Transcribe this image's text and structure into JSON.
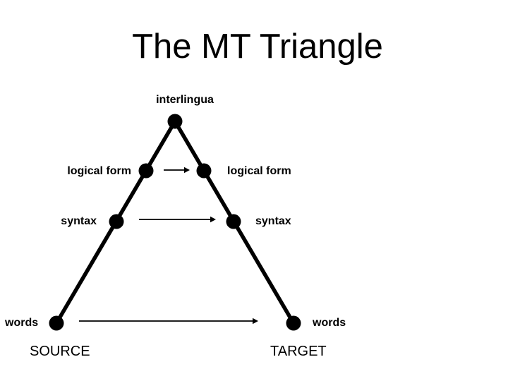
{
  "slide": {
    "title": "The MT Triangle",
    "background_color": "#ffffff",
    "ink_color": "#000000"
  },
  "diagram": {
    "type": "mt-vauquois-triangle",
    "apex": {
      "label": "interlingua"
    },
    "levels": [
      {
        "id": "logical-form",
        "source_label": "logical form",
        "target_label": "logical form",
        "transfer_arrow": "source-to-target"
      },
      {
        "id": "syntax",
        "source_label": "syntax",
        "target_label": "syntax",
        "transfer_arrow": "source-to-target"
      },
      {
        "id": "words",
        "source_label": "words",
        "target_label": "words",
        "transfer_arrow": "source-to-target"
      }
    ],
    "footers": {
      "source": "SOURCE",
      "target": "TARGET"
    }
  }
}
